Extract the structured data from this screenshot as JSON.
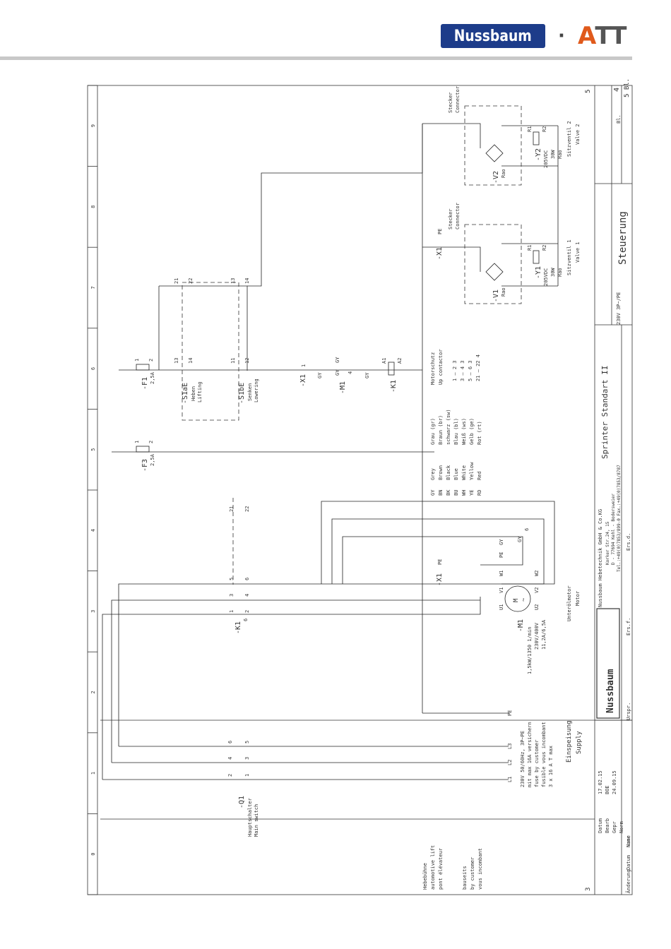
{
  "header": {
    "brand_left": "Nussbaum",
    "separator": "·",
    "brand_right": "ATT"
  },
  "grid": {
    "columns": [
      "0",
      "1",
      "2",
      "3",
      "4",
      "5",
      "6",
      "7",
      "8",
      "9"
    ]
  },
  "page_marks": {
    "left": "3",
    "right": "5"
  },
  "components": {
    "q1": {
      "tag": "-Q1",
      "desc1": "Hauptschalter",
      "desc2": "Main switch",
      "t1": "1",
      "t2": "2",
      "t3": "3",
      "t4": "4",
      "t5": "5",
      "t6": "6"
    },
    "k1_main": {
      "tag": "-K1",
      "ref": "6",
      "t1": "1",
      "t2": "2",
      "t3": "3",
      "t4": "4",
      "t5": "5",
      "t6": "6"
    },
    "k1_aux": {
      "t21": "21",
      "t22": "22"
    },
    "m1": {
      "tag": "-M1",
      "spec1": "1,5kW/1350 1/min",
      "spec2": "230V/400V",
      "spec3": "11,2A/6,5A",
      "desc1": "Unterölmotor",
      "desc2": "Motor",
      "symbol": "M",
      "tilde": "~",
      "u1": "U1",
      "v1": "V1",
      "w1": "W1",
      "u2": "U2",
      "v2": "V2",
      "w2": "W2"
    },
    "x1_motor": {
      "tag": "-X1",
      "pe": "PE"
    },
    "m1_thermal": {
      "pe": "PE",
      "gy1": "GY",
      "gy2": "GY",
      "ref": "6"
    },
    "f3": {
      "tag": "-F3",
      "rating": "2,5A",
      "t1": "1",
      "t2": "2"
    },
    "f1": {
      "tag": "-F1",
      "rating": "2,5A",
      "t1": "1",
      "t2": "2"
    },
    "s1a": {
      "tag": "-S1aE",
      "desc1": "Heben",
      "desc2": "Lifting",
      "t13": "13",
      "t14": "14",
      "t21": "21",
      "t22": "22"
    },
    "s1b": {
      "tag": "-S1bE",
      "desc1": "Senken",
      "desc2": "Lowering",
      "t11": "11",
      "t12": "12",
      "t13": "13",
      "t14": "14"
    },
    "x1_ctrl": {
      "tag": "-X1",
      "pin": "1",
      "gy": "GY"
    },
    "m1_ctrl": {
      "tag": "-M1",
      "ref": "4",
      "gy1": "GY",
      "gy2": "GY"
    },
    "k1_coil": {
      "tag": "-K1",
      "a1": "A1",
      "a2": "A2",
      "gy": "GY"
    },
    "y1": {
      "tag": "-Y1",
      "spec1": "205VDC",
      "spec2": "30W",
      "spec3": "Rao",
      "desc1": "Sitzventil 1",
      "desc2": "Valve 1",
      "r1": "R1",
      "r2": "R2"
    },
    "v1": {
      "tag": "-V1",
      "rao": "Rao"
    },
    "y2": {
      "tag": "-Y2",
      "spec1": "205VDC",
      "spec2": "30W",
      "spec3": "Rao",
      "desc1": "Sitzventil 2",
      "desc2": "Valve 2",
      "r1": "R1",
      "r2": "R2"
    },
    "v2": {
      "tag": "-V2",
      "rao": "Rao"
    },
    "x1_valves": {
      "tag": "-X1",
      "pe": "PE"
    },
    "connector1": {
      "de": "Stecker",
      "en": "Connector"
    },
    "connector2": {
      "de": "Stecker",
      "en": "Connector"
    }
  },
  "contactor_table": {
    "title1": "Motorschutz",
    "title2": "Up contactor",
    "rows": [
      "1 — 2   3",
      "3 — 4   3",
      "5 — 6   3",
      "21 — 22  4"
    ]
  },
  "color_codes": [
    {
      "code": "GY",
      "en": "Grey",
      "de": "Grau (gr)"
    },
    {
      "code": "BN",
      "en": "Brown",
      "de": "Braun (br)"
    },
    {
      "code": "BK",
      "en": "Black",
      "de": "schwarz (sw)"
    },
    {
      "code": "BU",
      "en": "Blue",
      "de": "Blau (bl)"
    },
    {
      "code": "WH",
      "en": "White",
      "de": "Weiß (ws)"
    },
    {
      "code": "YE",
      "en": "Yellow",
      "de": "Gelb (ge)"
    },
    {
      "code": "RD",
      "en": "Red",
      "de": "Rot (rt)"
    }
  ],
  "supply": {
    "title_de": "Einspeisung",
    "title_en": "Supply",
    "terminals": [
      "L1",
      "L2",
      "L3",
      "PE"
    ],
    "notes": [
      "230V 50/60Hz, 3P~PE",
      "mit max 16A versichern",
      "fuse by customer",
      "fusible vous incombant",
      "3 x 16 A T max"
    ]
  },
  "legend_left": {
    "lines1": [
      "Hebebühne",
      "automotive lift",
      "pont élévateur"
    ],
    "lines2": [
      "bauseits",
      "by customer",
      "vous incombant"
    ]
  },
  "title_block": {
    "company": "Nussbaum Hebetechnik GmbH & Co.KG",
    "address1": "Korker Str.24, 15",
    "address2": "D - 77694 Kehl - Bodersweier",
    "phone": "Tel.:+49(0)7853/899-0  Fax.:+49(0)7853/8787",
    "logo": "Nussbaum",
    "project": "Sprinter Standart II",
    "voltage": "230V 3P~/PE",
    "sheet_title": "Steuerung",
    "sheet_no": "4",
    "sheet_total_label": "Bl.",
    "sheet_total": "5 Bl.",
    "row_labels": {
      "datum": "Datum",
      "bearb": "Bearb",
      "gepr": "Gepr",
      "norm": "Norm",
      "name": "Name"
    },
    "values": {
      "datum": "17.02.15",
      "bearb": "BOE",
      "gepr": "24.09.15"
    },
    "footer": {
      "aenderung": "Änderung",
      "datum": "Datum",
      "name": "Name",
      "urspr": "Urspr.",
      "ers_f": "Ers.f.",
      "ers_d": "Ers.d."
    }
  }
}
